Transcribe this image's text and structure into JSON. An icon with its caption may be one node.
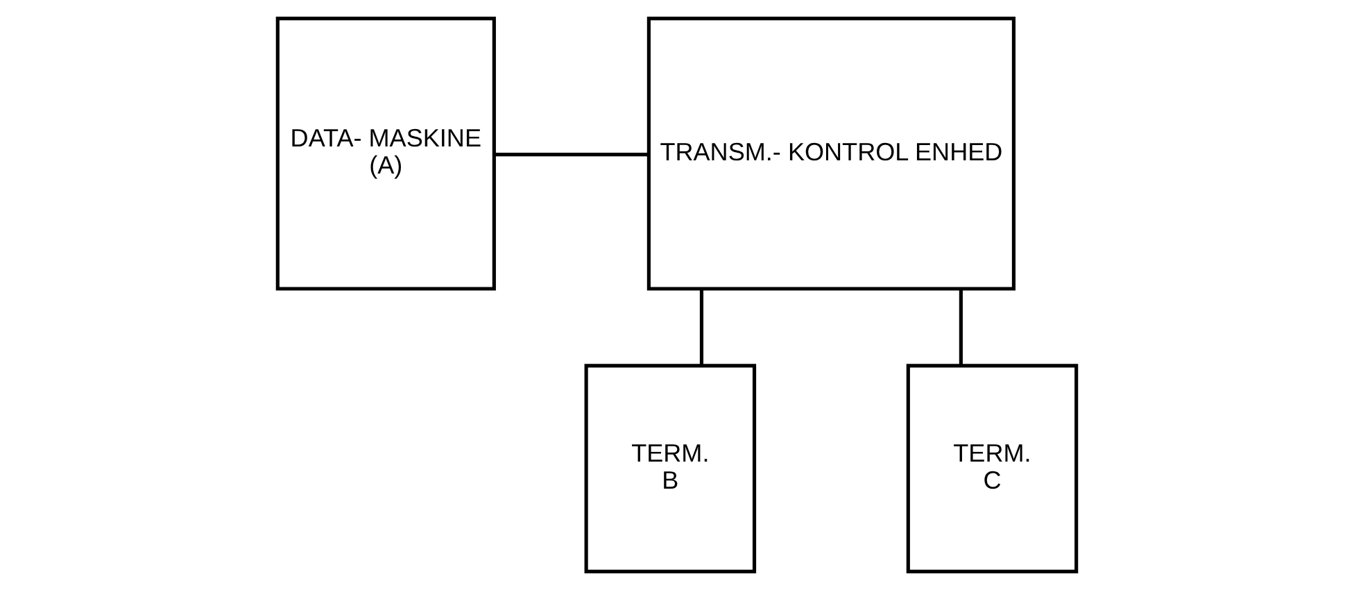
{
  "diagram": {
    "nodes": [
      {
        "text": [
          "DATA- MASKINE",
          "(A)"
        ]
      },
      {
        "text": [
          "TRANSM.- KONTROL ENHED"
        ]
      },
      {
        "text": [
          "TERM.",
          "B"
        ]
      },
      {
        "text": [
          "TERM.",
          "C"
        ]
      }
    ],
    "edges": [
      {
        "from": 0,
        "to": 1,
        "arrow": "none"
      },
      {
        "from": 1,
        "to": 2,
        "arrow": "none"
      },
      {
        "from": 1,
        "to": 3,
        "arrow": "none"
      }
    ]
  }
}
